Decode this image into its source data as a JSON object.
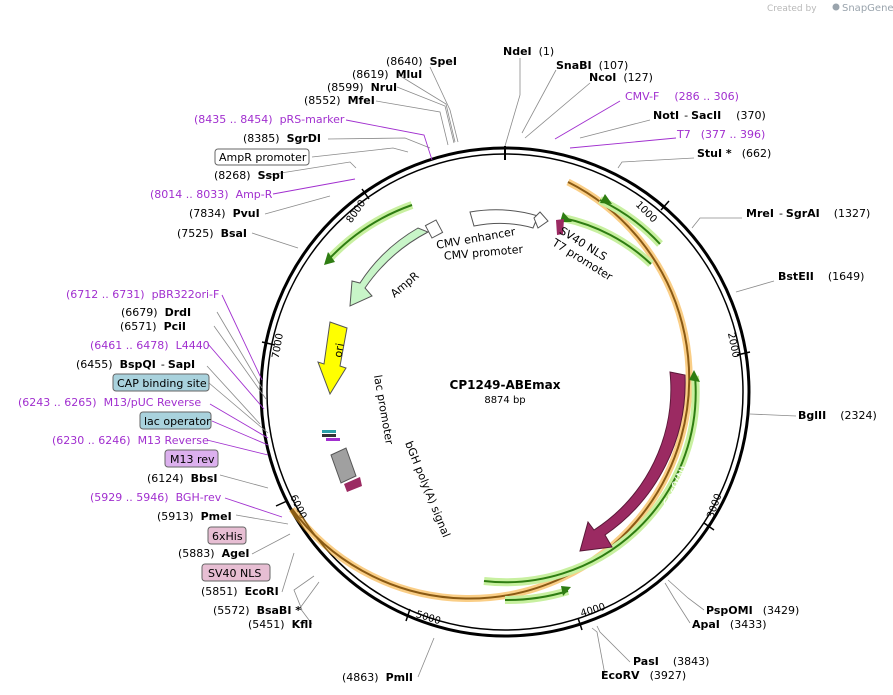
{
  "watermark": {
    "prefix": "Created by",
    "brand": "SnapGene"
  },
  "plasmid": {
    "name": "CP1249-ABEmax",
    "size": "8874 bp"
  },
  "ticks": [
    "1000",
    "2000",
    "3000",
    "4000",
    "5000",
    "6000",
    "7000",
    "8000"
  ],
  "sites": {
    "ndei": {
      "name": "NdeI",
      "pos": "(1)"
    },
    "snabi": {
      "name": "SnaBI",
      "pos": "(107)"
    },
    "ncoi": {
      "name": "NcoI",
      "pos": "(127)"
    },
    "cmvf": {
      "name": "CMV-F",
      "pos": "(286 .. 306)"
    },
    "noti": {
      "name": "NotI",
      "sep": "-",
      "name2": "SacII",
      "pos": "(370)"
    },
    "t7": {
      "name": "T7",
      "pos": "(377 .. 396)"
    },
    "stui": {
      "name": "StuI *",
      "pos": "(662)"
    },
    "mrei": {
      "name": "MreI",
      "sep": "-",
      "name2": "SgrAI",
      "pos": "(1327)"
    },
    "bsteii": {
      "name": "BstEII",
      "pos": "(1649)"
    },
    "bglii": {
      "name": "BglII",
      "pos": "(2324)"
    },
    "pspomi": {
      "name": "PspOMI",
      "pos": "(3429)"
    },
    "apai": {
      "name": "ApaI",
      "pos": "(3433)"
    },
    "pasi": {
      "name": "PasI",
      "pos": "(3843)"
    },
    "ecorv": {
      "name": "EcoRV",
      "pos": "(3927)"
    },
    "pmli": {
      "name": "PmlI",
      "pos": "(4863)"
    },
    "kfli": {
      "name": "KflI",
      "pos": "(5451)"
    },
    "bsabi": {
      "name": "BsaBI *",
      "pos": "(5572)"
    },
    "ecori": {
      "name": "EcoRI",
      "pos": "(5851)"
    },
    "agei": {
      "name": "AgeI",
      "pos": "(5883)"
    },
    "pmei": {
      "name": "PmeI",
      "pos": "(5913)"
    },
    "bgh": {
      "name": "BGH-rev",
      "pos": "(5929 .. 5946)"
    },
    "bbsi": {
      "name": "BbsI",
      "pos": "(6124)"
    },
    "m13r": {
      "name": "M13 Reverse",
      "pos": "(6230 .. 6246)"
    },
    "m13puc": {
      "name": "M13/pUC Reverse",
      "pos": "(6243 .. 6265)"
    },
    "bspqi": {
      "name": "BspQI",
      "sep": "-",
      "name2": "SapI",
      "pos": "(6455)"
    },
    "l4440": {
      "name": "L4440",
      "pos": "(6461 .. 6478)"
    },
    "pcii": {
      "name": "PciI",
      "pos": "(6571)"
    },
    "drdi": {
      "name": "DrdI",
      "pos": "(6679)"
    },
    "pbr": {
      "name": "pBR322ori-F",
      "pos": "(6712 .. 6731)"
    },
    "bsai": {
      "name": "BsaI",
      "pos": "(7525)"
    },
    "pvui": {
      "name": "PvuI",
      "pos": "(7834)"
    },
    "ampr_primer": {
      "name": "Amp-R",
      "pos": "(8014 .. 8033)"
    },
    "sspi": {
      "name": "SspI",
      "pos": "(8268)"
    },
    "sgrdi": {
      "name": "SgrDI",
      "pos": "(8385)"
    },
    "prs": {
      "name": "pRS-marker",
      "pos": "(8435 .. 8454)"
    },
    "mfei": {
      "name": "MfeI",
      "pos": "(8552)"
    },
    "nrui": {
      "name": "NruI",
      "pos": "(8599)"
    },
    "mlui": {
      "name": "MluI",
      "pos": "(8619)"
    },
    "spei": {
      "name": "SpeI",
      "pos": "(8640)"
    }
  },
  "boxes": {
    "ampr_promoter": "AmpR promoter",
    "cap": "CAP binding site",
    "lac_operator": "lac operator",
    "m13rev": "M13 rev",
    "his": "6xHis",
    "sv40": "SV40 NLS"
  },
  "features": {
    "cmv_enhancer": "CMV enhancer",
    "cmv_promoter": "CMV promoter",
    "sv40_nls": "SV40 NLS",
    "t7_promoter": "T7 promoter",
    "ampr": "AmpR",
    "ori": "ori",
    "lac_promoter": "lac promoter",
    "bgh": "bGH poly(A) signal",
    "cas9": "Cas9(N)"
  },
  "colors": {
    "feature_label": "#a12fcf",
    "green_arrow": "#2e7d12",
    "orange_band": "#f5a623",
    "cas9": "#9b2a62",
    "ampr": "#c8f5c8",
    "ori": "#ffff00",
    "cap_box": "#a9d2dd",
    "m13_box": "#dcb0ee",
    "his_box": "#e7bed3"
  }
}
